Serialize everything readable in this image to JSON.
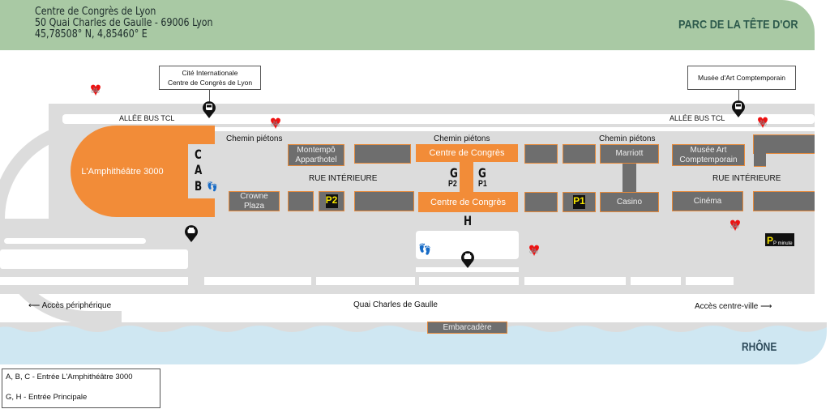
{
  "header": {
    "address_line1": "Centre de Congrès de Lyon",
    "address_line2": "50 Quai Charles de Gaulle - 69006 Lyon",
    "coordinates": "45,78508° N, 4,85460° E",
    "park": "PARC DE LA TÊTE D'OR"
  },
  "streets": {
    "bus_lane": "ALLÉE BUS TCL",
    "path": "Chemin piétons",
    "inner_street": "RUE INTÉRIEURE",
    "quay": "Quai Charles de Gaulle",
    "exit_left": "Accès périphérique",
    "exit_right": "Accès centre-ville",
    "river": "RHÔNE"
  },
  "callouts": {
    "cite": "Cité Internationale",
    "cite2": "Centre de Congrès de Lyon",
    "musee": "Musée d'Art Comptemporain"
  },
  "buildings": {
    "amphi": "L'Amphithéâtre 3000",
    "montempo": "Montempô Apparthotel",
    "congres": "Centre de Congrès",
    "marriott": "Marriott",
    "musee": "Musée Art Comptemporain",
    "crowne": "Crowne Plaza",
    "casino": "Casino",
    "cinema": "Cinéma",
    "embarcadere": "Embarcadère"
  },
  "entrances": {
    "c": "C",
    "a": "A",
    "b": "B",
    "g": "G",
    "h": "H",
    "p2": "P2",
    "p1": "P1"
  },
  "parking": {
    "p2": "P2",
    "p1": "P1",
    "pminute": "P minute"
  },
  "legend": {
    "line1": "A, B, C - Entrée L'Amphithéâtre 3000",
    "line2": "G, H - Entrée Principale"
  },
  "colors": {
    "accent": "#f28c38",
    "building": "#6e6e6e",
    "park": "#a9c9a4",
    "river": "#cfe7f2"
  }
}
